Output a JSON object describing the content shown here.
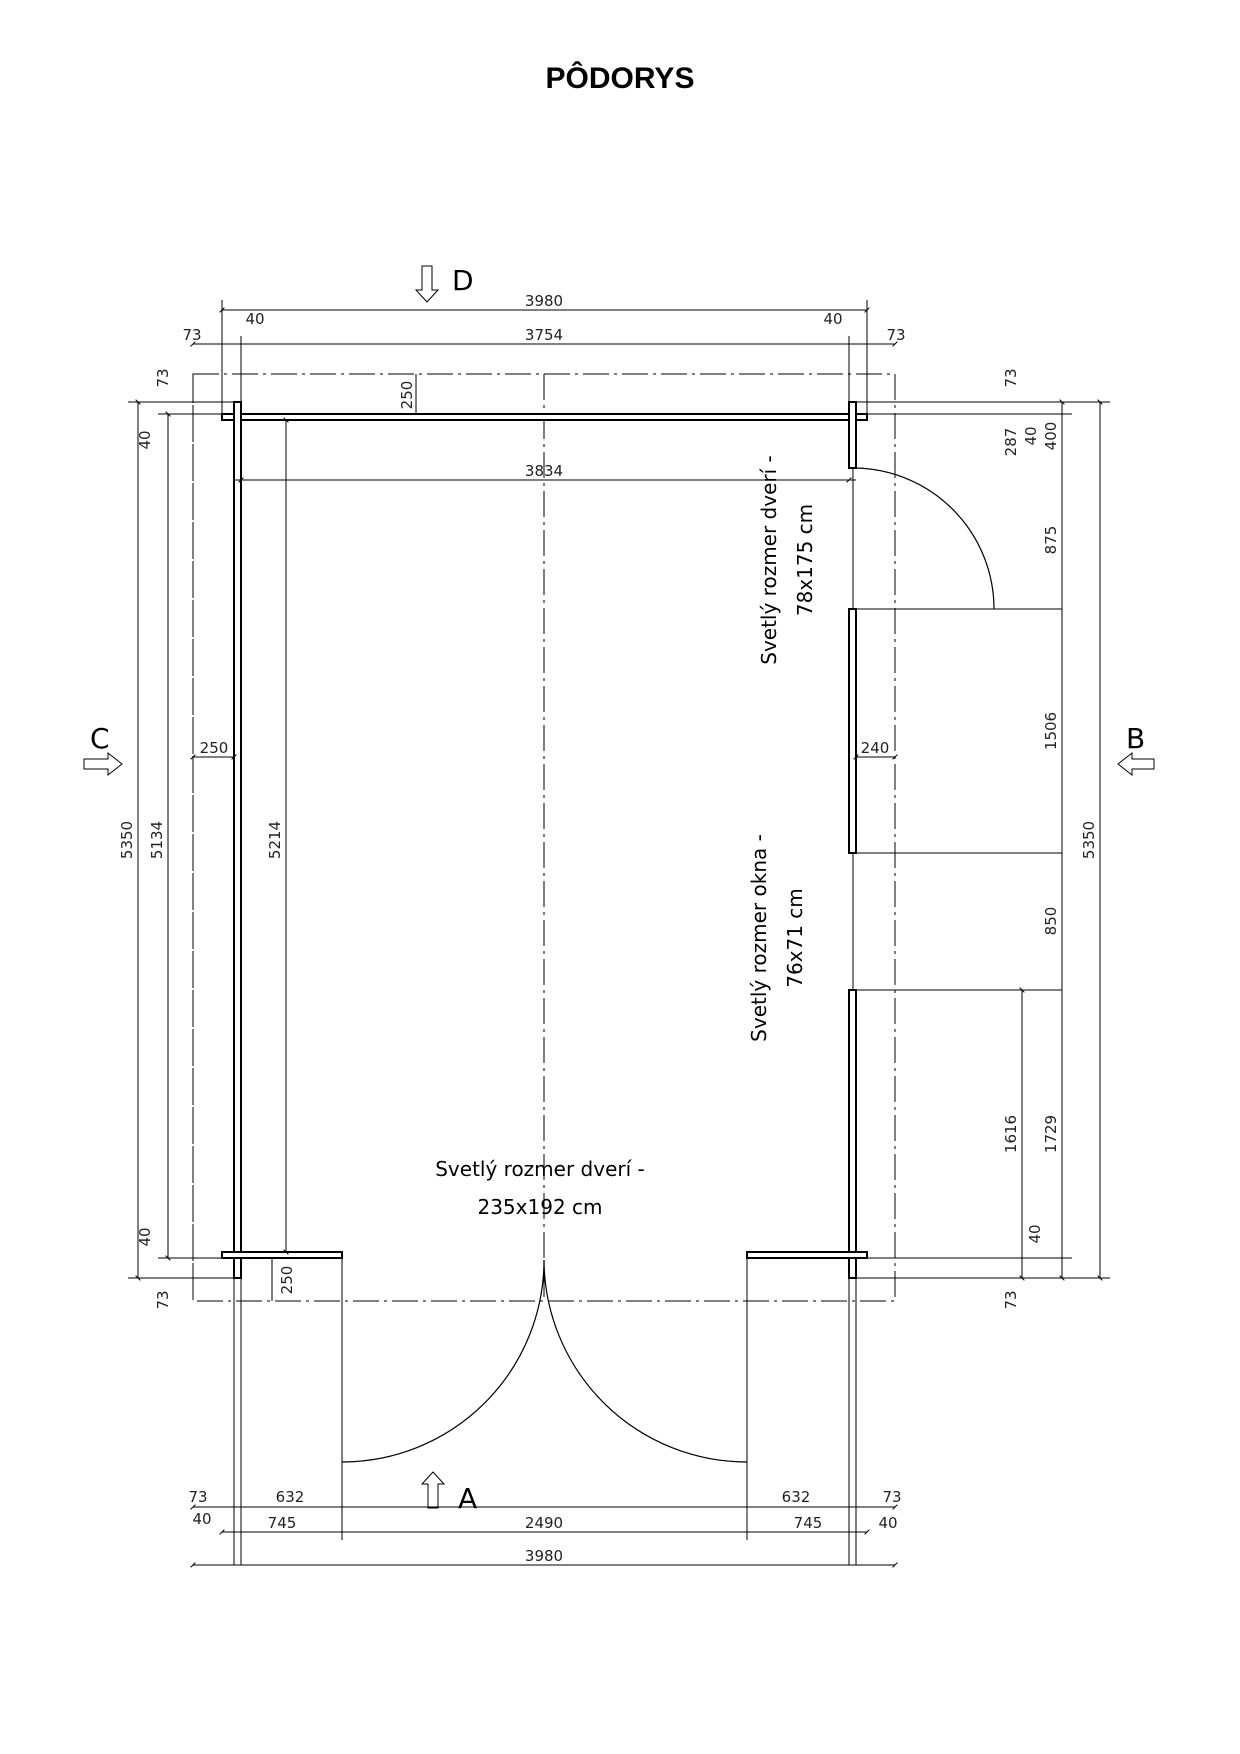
{
  "title": "PÔDORYS",
  "sections": {
    "a": "A",
    "b": "B",
    "c": "C",
    "d": "D"
  },
  "notes": {
    "door_side_1": "Svetlý rozmer dverí -",
    "door_side_2": "78x175 cm",
    "window_1": "Svetlý rozmer okna -",
    "window_2": "76x71 cm",
    "door_front_1": "Svetlý rozmer dverí -",
    "door_front_2": "235x192 cm"
  },
  "dims": {
    "top_total": "3980",
    "top_40_l": "40",
    "top_40_r": "40",
    "top_73_l": "73",
    "top_73_r": "73",
    "top_inner": "3754",
    "inner_width": "3834",
    "eave_top": "250",
    "left_total": "5350",
    "left_inner": "5134",
    "left_40_top": "40",
    "left_40_bot": "40",
    "left_73_top": "73",
    "left_73_bot": "73",
    "left_eave": "250",
    "inner_height": "5214",
    "right_eave": "240",
    "right_73_top": "73",
    "right_287": "287",
    "right_40_top": "40",
    "right_400": "400",
    "right_875": "875",
    "right_1506": "1506",
    "right_850": "850",
    "right_1729": "1729",
    "right_1616": "1616",
    "right_40_bot": "40",
    "right_73_bot": "73",
    "right_total": "5350",
    "bottom_eave": "250",
    "bot_73_l": "73",
    "bot_632_l": "632",
    "bot_632_r": "632",
    "bot_73_r": "73",
    "bot_40_l": "40",
    "bot_745_l": "745",
    "bot_2490": "2490",
    "bot_745_r": "745",
    "bot_40_r": "40",
    "bot_total": "3980"
  }
}
